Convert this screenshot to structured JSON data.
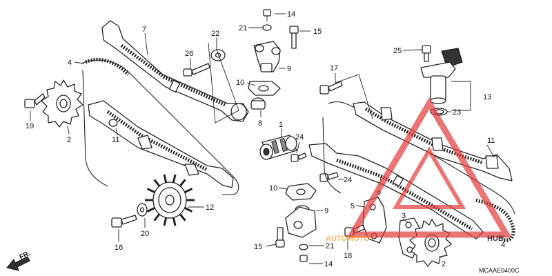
{
  "callouts": [
    "14",
    "21",
    "15",
    "7",
    "22",
    "26",
    "4",
    "9",
    "10",
    "8",
    "19",
    "2",
    "11",
    "1",
    "24",
    "17",
    "25",
    "13",
    "23",
    "11",
    "6",
    "24",
    "10",
    "5",
    "3",
    "9",
    "16",
    "20",
    "12",
    "15",
    "21",
    "18",
    "14",
    "2",
    "4"
  ],
  "ref_code": "MCAAE0400C",
  "front_marker": "FR.",
  "watermark": {
    "brand_left": "AUTOMOTO",
    "brand_right": "HUB",
    "color_red": "#e23a3a",
    "color_orange": "#f0a030",
    "color_dark": "#1a1a1a"
  }
}
